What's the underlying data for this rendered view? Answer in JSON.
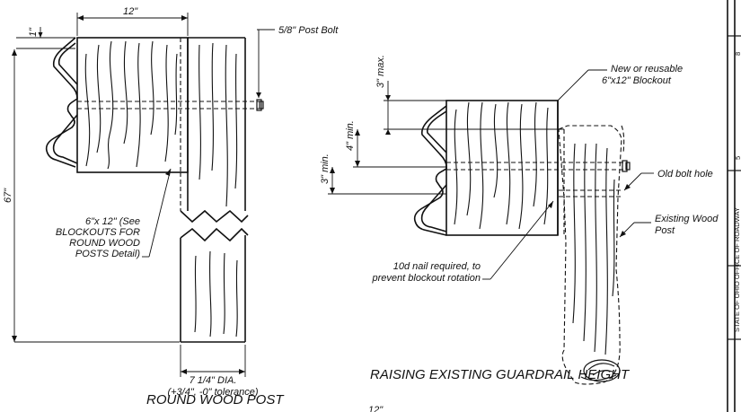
{
  "left_detail": {
    "dim_1in": "1\"",
    "dim_12in": "12\"",
    "dim_67in": "67\"",
    "bolt_label": "5/8\" Post Bolt",
    "blockout_note": [
      "6\"x 12\" (See",
      "BLOCKOUTS FOR",
      "ROUND WOOD",
      "POSTS Detail)"
    ],
    "post_dia": "7 1/4\" DIA.",
    "tolerance": "(+3/4\", -0\" tolerance)",
    "title": "ROUND WOOD POST"
  },
  "right_detail": {
    "dim_3max": "3\" max.",
    "dim_4min": "4\" min.",
    "dim_3min": "3\" min.",
    "blockout_label": [
      "New or reusable",
      "6\"x12\" Blockout"
    ],
    "old_bolt_label": "Old bolt hole",
    "existing_post_label": [
      "Existing Wood",
      "Post"
    ],
    "nail_note": [
      "10d nail required, to",
      "prevent blockout rotation"
    ],
    "title": "RAISING EXISTING GUARDRAIL HEIGHT"
  },
  "cut_off_label": "12\"",
  "title_block": {
    "vertical_text": "STATE OF OHIO OFFICE OF ROADWAY",
    "mark_1": "8",
    "mark_2": "5"
  }
}
